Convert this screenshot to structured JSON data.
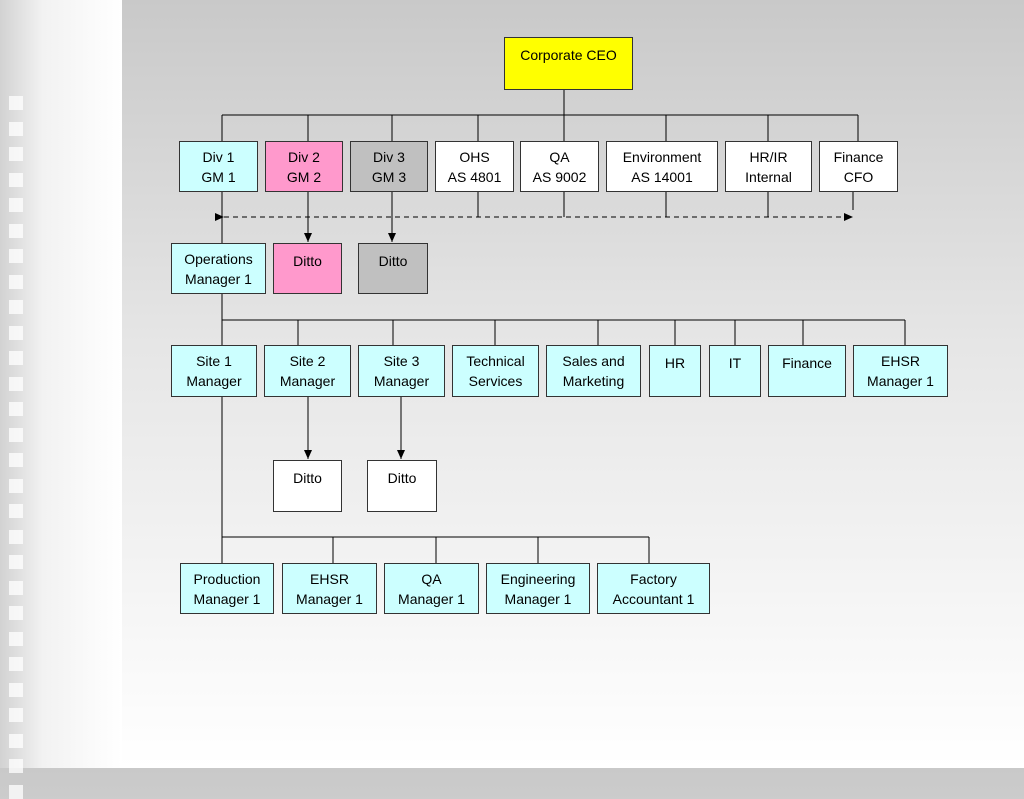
{
  "colors": {
    "default": "#ccffff",
    "white": "#ffffff",
    "pink": "#ff99cc",
    "grey": "#c0c0c0",
    "yellow": "#ffff00",
    "line": "#000000"
  },
  "nodes": {
    "ceo": {
      "l1": "Corporate CEO"
    },
    "div1": {
      "l1": "Div 1",
      "l2": "GM 1"
    },
    "div2": {
      "l1": "Div 2",
      "l2": "GM 2"
    },
    "div3": {
      "l1": "Div 3",
      "l2": "GM 3"
    },
    "ohs": {
      "l1": "OHS",
      "l2": "AS 4801"
    },
    "qa_top": {
      "l1": "QA",
      "l2": "AS 9002"
    },
    "environment": {
      "l1": "Environment",
      "l2": "AS 14001"
    },
    "hrir": {
      "l1": "HR/IR",
      "l2": "Internal"
    },
    "finance_cfo": {
      "l1": "Finance",
      "l2": "CFO"
    },
    "ops_mgr": {
      "l1": "Operations",
      "l2": "Manager 1"
    },
    "ditto_pink": {
      "l1": "Ditto"
    },
    "ditto_grey": {
      "l1": "Ditto"
    },
    "site1": {
      "l1": "Site 1",
      "l2": "Manager"
    },
    "site2": {
      "l1": "Site 2",
      "l2": "Manager"
    },
    "site3": {
      "l1": "Site 3",
      "l2": "Manager"
    },
    "tech": {
      "l1": "Technical",
      "l2": "Services"
    },
    "sales": {
      "l1": "Sales and",
      "l2": "Marketing"
    },
    "hr": {
      "l1": "HR"
    },
    "it": {
      "l1": "IT"
    },
    "finance": {
      "l1": "Finance"
    },
    "ehsr_ops": {
      "l1": "EHSR",
      "l2": "Manager 1"
    },
    "ditto_site2": {
      "l1": "Ditto"
    },
    "ditto_site3": {
      "l1": "Ditto"
    },
    "production": {
      "l1": "Production",
      "l2": "Manager 1"
    },
    "ehsr_site": {
      "l1": "EHSR",
      "l2": "Manager 1"
    },
    "qa_site": {
      "l1": "QA",
      "l2": "Manager 1"
    },
    "engineering": {
      "l1": "Engineering",
      "l2": "Manager 1"
    },
    "factory_acct": {
      "l1": "Factory",
      "l2": "Accountant 1"
    }
  }
}
